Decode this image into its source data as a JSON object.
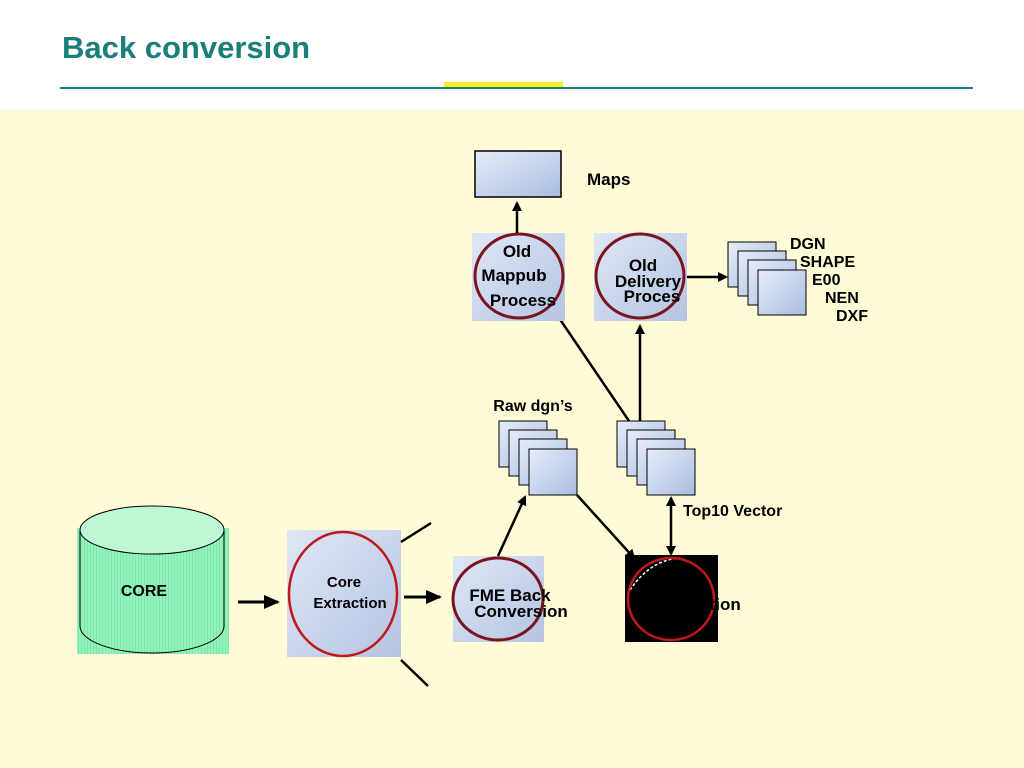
{
  "slide": {
    "title": "Back conversion"
  },
  "diagram": {
    "core_label": "CORE",
    "core_extraction": [
      "Core",
      "Extraction"
    ],
    "fme_back_conversion": [
      "FME Back",
      "Conversion"
    ],
    "raw_dgns_label": "Raw dgn’s",
    "top10_vector_label": "Top10 Vector",
    "completion_label": "Completion",
    "old_mappub_process": [
      "Old",
      "Mappub",
      "Process"
    ],
    "old_delivery_process": [
      "Old",
      "Delivery",
      "Proces"
    ],
    "maps_label": "Maps",
    "formats": [
      "DGN",
      "SHAPE",
      "E00",
      "NEN",
      "DXF"
    ]
  },
  "colors": {
    "title": "#1a7f7a",
    "rule": "#1a7f7a",
    "rule_accent": "#f5f020",
    "canvas_bg": "#fefbd6",
    "process_box": "#c3d0ea",
    "process_ring": "#c0171b",
    "core_cylinder": "#8ff2b8"
  }
}
